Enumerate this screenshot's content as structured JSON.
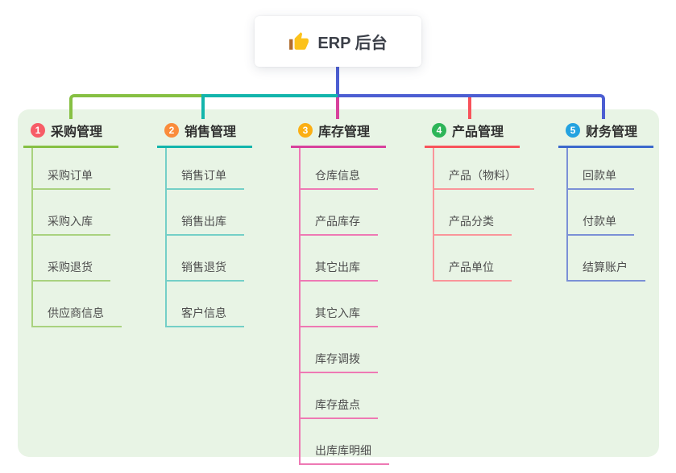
{
  "root": {
    "label": "ERP 后台",
    "icon": "thumbs-up-icon"
  },
  "connectors": {
    "root_line_color": "#4c5ed2"
  },
  "branches": [
    {
      "index": "1",
      "title": "采购管理",
      "badge_color": "#f75d67",
      "line_color": "#86c043",
      "child_line_color": "#a9d27f",
      "items": [
        "采购订单",
        "采购入库",
        "采购退货",
        "供应商信息"
      ]
    },
    {
      "index": "2",
      "title": "销售管理",
      "badge_color": "#fa8c3c",
      "line_color": "#13b5ac",
      "child_line_color": "#74cfc7",
      "items": [
        "销售订单",
        "销售出库",
        "销售退货",
        "客户信息"
      ]
    },
    {
      "index": "3",
      "title": "库存管理",
      "badge_color": "#fbaf14",
      "line_color": "#d8419c",
      "child_line_color": "#ee79b4",
      "items": [
        "仓库信息",
        "产品库存",
        "其它出库",
        "其它入库",
        "库存调拨",
        "库存盘点",
        "出库库明细"
      ]
    },
    {
      "index": "4",
      "title": "产品管理",
      "badge_color": "#2db558",
      "line_color": "#f8535b",
      "child_line_color": "#fa959a",
      "items": [
        "产品（物料）",
        "产品分类",
        "产品单位"
      ]
    },
    {
      "index": "5",
      "title": "财务管理",
      "badge_color": "#23a2e0",
      "line_color": "#3c68cc",
      "child_line_color": "#7b90d6",
      "items": [
        "回款单",
        "付款单",
        "结算账户"
      ]
    }
  ]
}
